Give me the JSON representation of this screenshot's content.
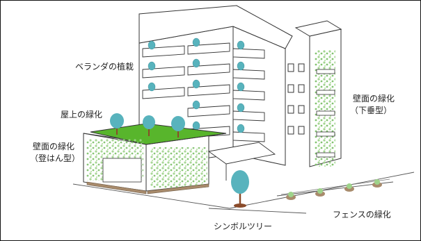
{
  "labels": {
    "veranda": "ベランダの植栽",
    "rooftop": "屋上の緑化",
    "wall_left_title": "壁面の緑化",
    "wall_left_sub": "（登はん型）",
    "wall_right_title": "壁面の緑化",
    "wall_right_sub": "（下垂型）",
    "fence": "フェンスの緑化",
    "symbol_tree": "シンボルツリー"
  },
  "colors": {
    "lawn": "#58b52c",
    "foliage": "#8fcf7a",
    "tree_canopy": "#58b3bd",
    "trunk": "#8a4b2a",
    "soil": "#a88b6c",
    "line": "#333333"
  }
}
